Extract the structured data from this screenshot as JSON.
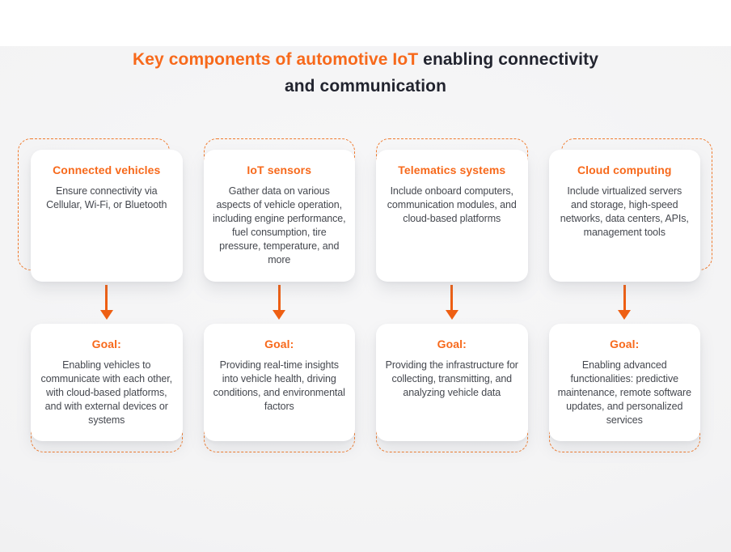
{
  "title": {
    "highlight": "Key components of automotive IoT",
    "rest_line1": " enabling connectivity",
    "line2": "and communication"
  },
  "colors": {
    "accent_orange": "#F7691B",
    "arrow_orange": "#EE5F13",
    "dash_orange": "#F07B2E",
    "title_dark": "#22242F",
    "body_text": "#45484F",
    "card_background": "#FFFFFF",
    "page_background": "#F2F2F3"
  },
  "columns": [
    {
      "id": "connected-vehicles",
      "component": {
        "title": "Connected vehicles",
        "description": "Ensure connectivity via Cellular, Wi-Fi, or Bluetooth"
      },
      "goal": {
        "label": "Goal:",
        "description": "Enabling vehicles to communicate with each other, with cloud-based platforms, and with external devices or systems"
      }
    },
    {
      "id": "iot-sensors",
      "component": {
        "title": "IoT sensors",
        "description": "Gather data on various aspects of vehicle operation, including engine performance, fuel consumption, tire pressure, temperature, and more"
      },
      "goal": {
        "label": "Goal:",
        "description": "Providing real-time insights into vehicle health, driving conditions, and environmental factors"
      }
    },
    {
      "id": "telematics-systems",
      "component": {
        "title": "Telematics systems",
        "description": "Include onboard computers, communication modules, and cloud-based platforms"
      },
      "goal": {
        "label": "Goal:",
        "description": "Providing the infrastructure for collecting, transmitting, and analyzing vehicle data"
      }
    },
    {
      "id": "cloud-computing",
      "component": {
        "title": "Cloud computing",
        "description": "Include virtualized servers and storage, high-speed networks, data centers, APIs, management tools"
      },
      "goal": {
        "label": "Goal:",
        "description": "Enabling advanced functionalities: predictive maintenance, remote software updates, and personalized services"
      }
    }
  ]
}
